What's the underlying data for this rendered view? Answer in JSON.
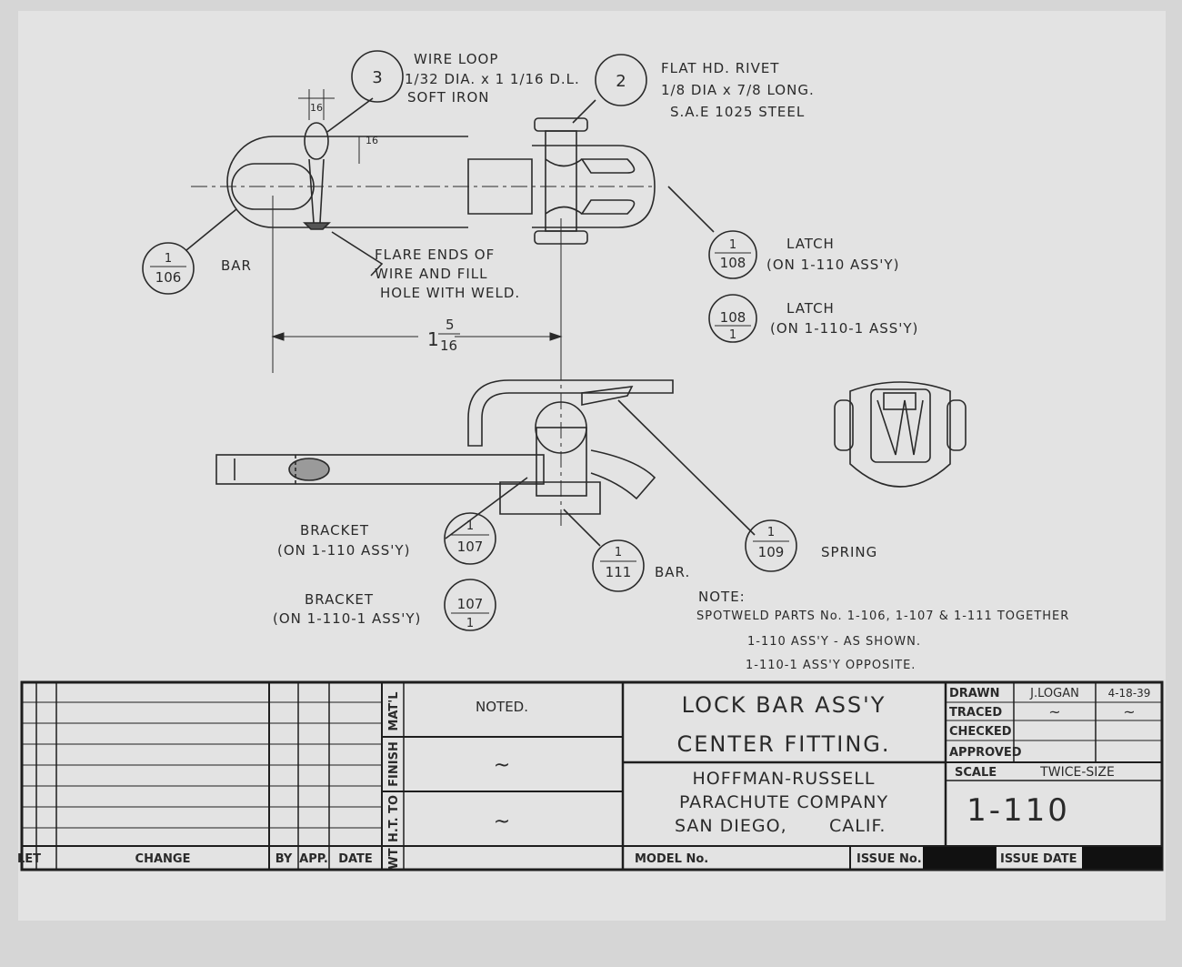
{
  "balloons": {
    "wire_loop": {
      "num": "3",
      "text": [
        "WIRE LOOP",
        "1/32 DIA. x 1 1/16 D.L.",
        "SOFT IRON"
      ]
    },
    "rivet": {
      "num": "2",
      "text": [
        "FLAT HD. RIVET",
        "1/8 DIA x 7/8 LONG.",
        "S.A.E 1025 STEEL"
      ]
    },
    "bar": {
      "top": "1",
      "bottom": "106",
      "label": "BAR"
    },
    "latch_a": {
      "top": "1",
      "bottom": "108",
      "text": [
        "LATCH",
        "(ON 1-110 ASS'Y)"
      ]
    },
    "latch_b": {
      "top": "108",
      "bottom": "1",
      "text": [
        "LATCH",
        "(ON 1-110-1 ASS'Y)"
      ]
    },
    "bracket_a": {
      "top": "1",
      "bottom": "107",
      "text": [
        "BRACKET",
        "(ON 1-110 ASS'Y)"
      ]
    },
    "bracket_b": {
      "top": "107",
      "bottom": "1",
      "text": [
        "BRACKET",
        "(ON 1-110-1 ASS'Y)"
      ]
    },
    "bar_111": {
      "top": "1",
      "bottom": "111",
      "label": "BAR."
    },
    "spring": {
      "top": "1",
      "bottom": "109",
      "label": "SPRING"
    }
  },
  "annotations": {
    "flare": [
      "FLARE ENDS OF",
      "WIRE AND FILL",
      "HOLE WITH WELD."
    ],
    "dim_16a": "16",
    "dim_16b": "16",
    "dim_main_whole": "1",
    "dim_main_num": "5",
    "dim_main_den": "16",
    "note": [
      "NOTE:",
      "SPOTWELD PARTS No. 1-106, 1-107 & 1-111 TOGETHER",
      "1-110 ASS'Y - AS SHOWN.",
      "1-110-1 ASS'Y OPPOSITE."
    ]
  },
  "title_block": {
    "rev_headers": {
      "let": "LET",
      "change": "CHANGE",
      "by": "BY",
      "app": "APP.",
      "date": "DATE"
    },
    "spec_labels": {
      "matl": "MAT'L",
      "finish": "FINISH",
      "ht": "H.T. TO",
      "wt": "WT"
    },
    "spec_values": {
      "matl": "NOTED.",
      "finish": "~",
      "ht": "~"
    },
    "title_line1": "LOCK BAR ASS'Y",
    "title_line2": "CENTER FITTING.",
    "company_line1": "HOFFMAN-RUSSELL",
    "company_line2": "PARACHUTE COMPANY",
    "company_city": "SAN DIEGO,",
    "company_state": "CALIF.",
    "drawn_label": "DRAWN",
    "drawn_by": "J.LOGAN",
    "drawn_date": "4-18-39",
    "traced_label": "TRACED",
    "traced_by": "~",
    "traced_date": "~",
    "checked_label": "CHECKED",
    "approved_label": "APPROVED",
    "scale_label": "SCALE",
    "scale_value": "TWICE-SIZE",
    "drawing_number": "1-110",
    "model_label": "MODEL No.",
    "issue_label": "ISSUE No.",
    "issue_date_label": "ISSUE DATE"
  },
  "colors": {
    "paper": "#d6d6d6",
    "ink": "#2a2a2a",
    "block_fill": "#111111"
  }
}
